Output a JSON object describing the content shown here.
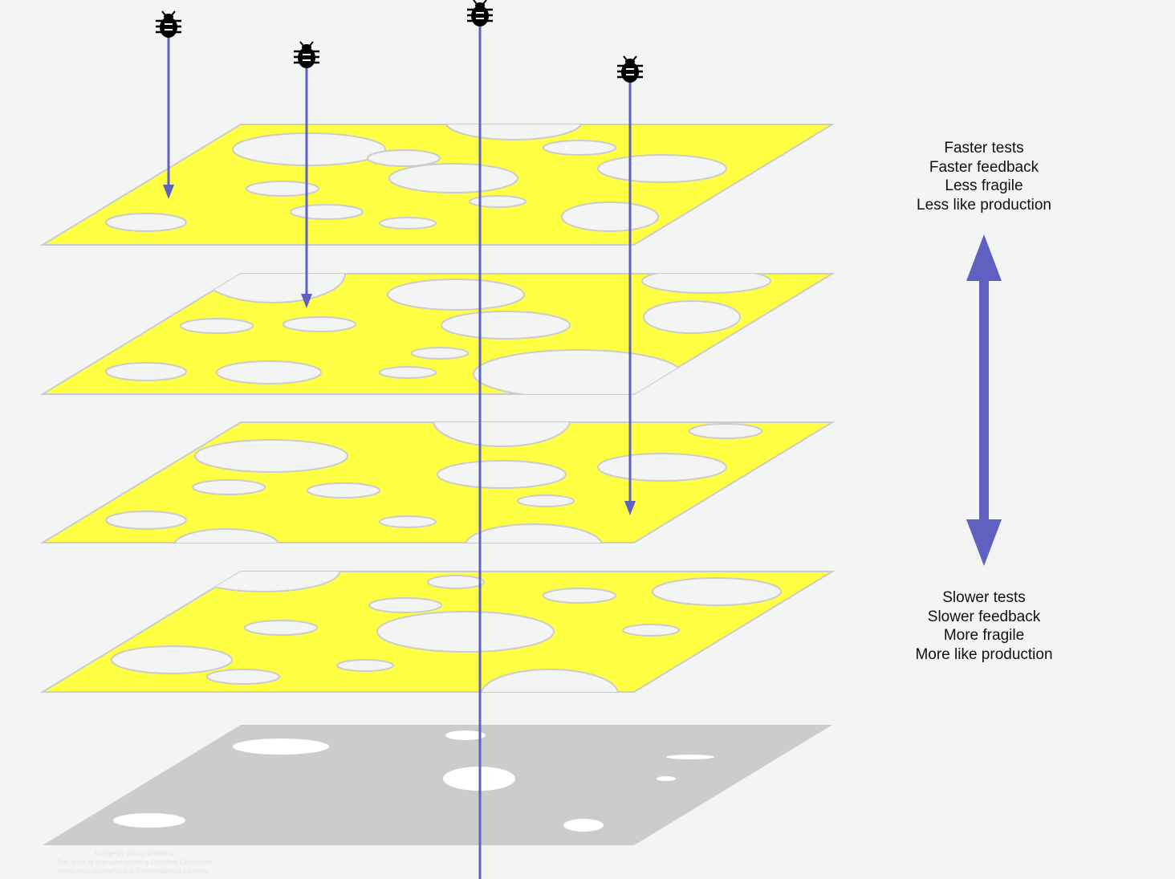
{
  "diagram": {
    "layer_count": 5,
    "colors": {
      "background": "#f3f5f4",
      "slice": "#ffff44",
      "slice_edge": "#cccccc",
      "base_slice": "#cccccc",
      "arrow": "#6060c0",
      "bug": "#000000"
    },
    "bug_icon": "bug-icon",
    "top_labels": [
      "Faster tests",
      "Faster feedback",
      "Less fragile",
      "Less like production"
    ],
    "bottom_labels": [
      "Slower tests",
      "Slower feedback",
      "More fragile",
      "More like production"
    ],
    "credit": [
      "Image by Korny Sietsma",
      "This work is licensed under a Creative Commons",
      "Attribution-ShareAlike 4.0 International License."
    ]
  }
}
